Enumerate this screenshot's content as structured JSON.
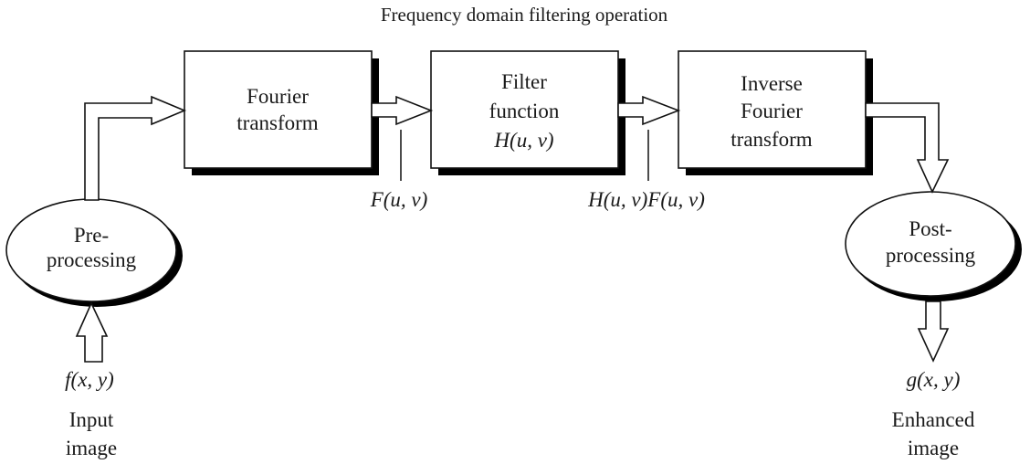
{
  "title": "Frequency domain filtering operation",
  "nodes": {
    "preprocessing": {
      "lines": [
        "Pre-",
        "processing"
      ],
      "shape": "ellipse"
    },
    "fourier": {
      "lines": [
        "Fourier",
        "transform"
      ],
      "shape": "box"
    },
    "filter": {
      "lines": [
        "Filter",
        "function",
        "H(u, v)"
      ],
      "shape": "box"
    },
    "inverse": {
      "lines": [
        "Inverse",
        "Fourier",
        "transform"
      ],
      "shape": "box"
    },
    "postprocessing": {
      "lines": [
        "Post-",
        "processing"
      ],
      "shape": "ellipse"
    }
  },
  "signals": {
    "input_fn": "f(x, y)",
    "fourier_out": "F(u, v)",
    "filter_out": "H(u, v)F(u, v)",
    "output_fn": "g(x, y)"
  },
  "captions": {
    "input": [
      "Input",
      "image"
    ],
    "output": [
      "Enhanced",
      "image"
    ]
  },
  "edges": [
    {
      "from": "input",
      "to": "preprocessing"
    },
    {
      "from": "preprocessing",
      "to": "fourier"
    },
    {
      "from": "fourier",
      "to": "filter"
    },
    {
      "from": "filter",
      "to": "inverse"
    },
    {
      "from": "inverse",
      "to": "postprocessing"
    },
    {
      "from": "postprocessing",
      "to": "output"
    }
  ]
}
